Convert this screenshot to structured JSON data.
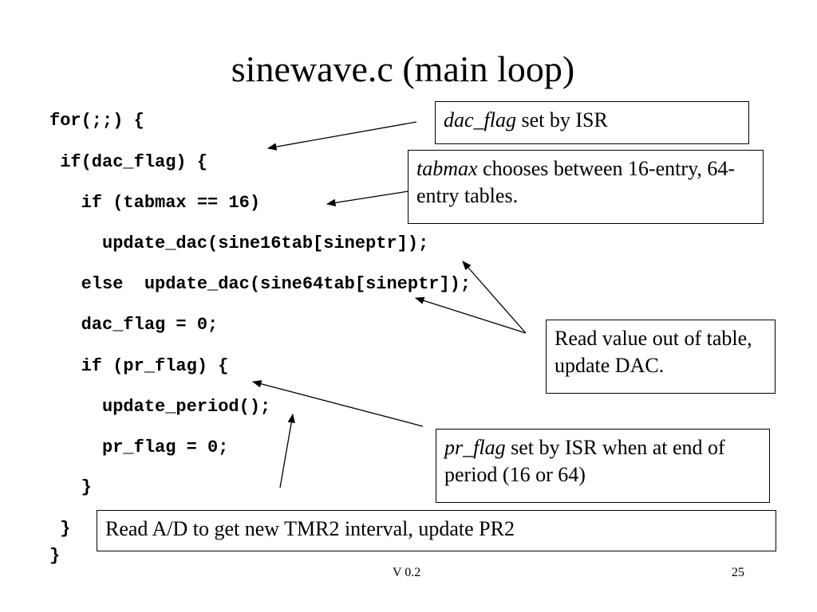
{
  "slide": {
    "title": "sinewave.c (main loop)",
    "code_lines": [
      "for(;;) {",
      " if(dac_flag) {",
      "   if (tabmax == 16)",
      "     update_dac(sine16tab[sineptr]);",
      "   else  update_dac(sine64tab[sineptr]);",
      "   dac_flag = 0;",
      "   if (pr_flag) {",
      "     update_period();",
      "     pr_flag = 0;",
      "   }",
      " }",
      "}"
    ],
    "callouts": {
      "dac_flag": {
        "term": "dac_flag",
        "text": " set by ISR"
      },
      "tabmax": {
        "term": "tabmax",
        "text": " chooses between 16-entry, 64-entry tables."
      },
      "read_value": {
        "text": "Read value out of table, update DAC."
      },
      "pr_flag": {
        "term": "pr_flag",
        "text": " set by ISR when at end of period (16 or 64)"
      },
      "read_ad": {
        "text": "Read A/D to get new TMR2 interval, update PR2"
      }
    },
    "footer": {
      "version": "V 0.2",
      "page_number": "25"
    }
  }
}
